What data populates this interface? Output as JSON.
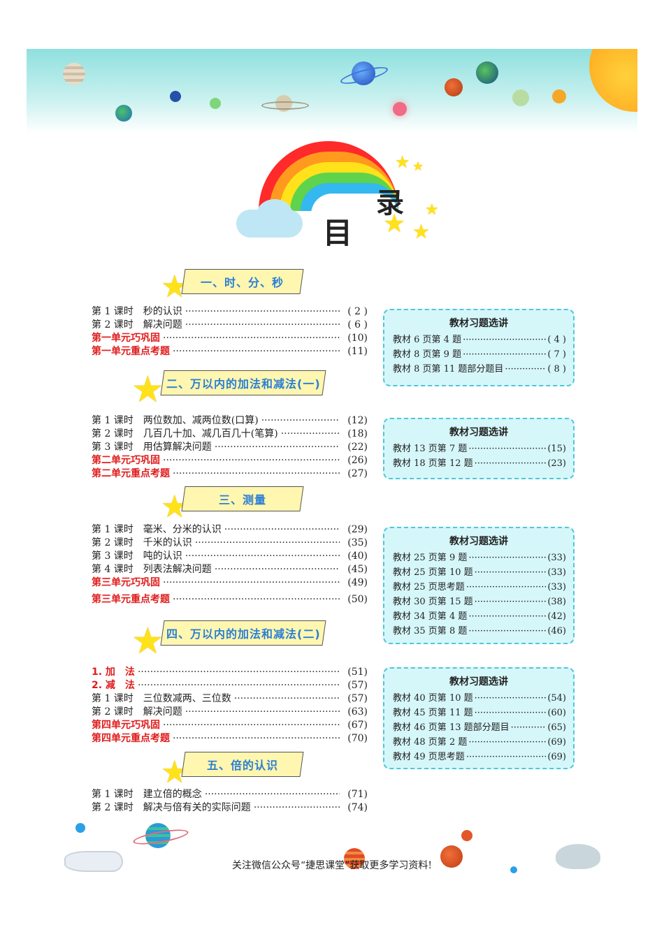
{
  "title": {
    "char1": "目",
    "char2": "录"
  },
  "sections": [
    {
      "heading": "一、时、分、秒",
      "rows": [
        {
          "label": "第 1 课时　秒的认识",
          "page": "( 2 )",
          "red": false
        },
        {
          "label": "第 2 课时　解决问题",
          "page": "( 6 )",
          "red": false
        },
        {
          "label": "第一单元巧巩固",
          "page": "(10)",
          "red": true
        },
        {
          "label": "第一单元重点考题",
          "page": "(11)",
          "red": true
        }
      ]
    },
    {
      "heading": "二、万以内的加法和减法(一)",
      "rows": [
        {
          "label": "第 1 课时　两位数加、减两位数(口算)",
          "page": "(12)",
          "red": false
        },
        {
          "label": "第 2 课时　几百几十加、减几百几十(笔算)",
          "page": "(18)",
          "red": false
        },
        {
          "label": "第 3 课时　用估算解决问题",
          "page": "(22)",
          "red": false
        },
        {
          "label": "第二单元巧巩固",
          "page": "(26)",
          "red": true
        },
        {
          "label": "第二单元重点考题",
          "page": "(27)",
          "red": true
        }
      ]
    },
    {
      "heading": "三、测量",
      "rows": [
        {
          "label": "第 1 课时　毫米、分米的认识",
          "page": "(29)",
          "red": false
        },
        {
          "label": "第 2 课时　千米的认识",
          "page": "(35)",
          "red": false
        },
        {
          "label": "第 3 课时　吨的认识",
          "page": "(40)",
          "red": false
        },
        {
          "label": "第 4 课时　列表法解决问题",
          "page": "(45)",
          "red": false
        },
        {
          "label": "第三单元巧巩固",
          "page": "(49)",
          "red": true
        },
        {
          "label": "第三单元重点考题",
          "page": "(50)",
          "red": true
        }
      ]
    },
    {
      "heading": "四、万以内的加法和减法(二)",
      "rows": [
        {
          "label": "1. 加　法",
          "page": "(51)",
          "red": true
        },
        {
          "label": "2. 减　法",
          "page": "(57)",
          "red": true
        },
        {
          "label": "第 1 课时　三位数减两、三位数",
          "page": "(57)",
          "red": false
        },
        {
          "label": "第 2 课时　解决问题",
          "page": "(63)",
          "red": false
        },
        {
          "label": "第四单元巧巩固",
          "page": "(67)",
          "red": true
        },
        {
          "label": "第四单元重点考题",
          "page": "(70)",
          "red": true
        }
      ]
    },
    {
      "heading": "五、倍的认识",
      "rows": [
        {
          "label": "第 1 课时　建立倍的概念",
          "page": "(71)",
          "red": false
        },
        {
          "label": "第 2 课时　解决与倍有关的实际问题",
          "page": "(74)",
          "red": false
        }
      ]
    }
  ],
  "boxes": [
    {
      "title": "教材习题选讲",
      "items": [
        {
          "label": "教材 6 页第 4 题",
          "page": "( 4 )"
        },
        {
          "label": "教材 8 页第 9 题",
          "page": "( 7 )"
        },
        {
          "label": "教材 8 页第 11 题部分题目",
          "page": "( 8 )"
        }
      ]
    },
    {
      "title": "教材习题选讲",
      "items": [
        {
          "label": "教材 13 页第 7 题",
          "page": "(15)"
        },
        {
          "label": "教材 18 页第 12 题",
          "page": "(23)"
        }
      ]
    },
    {
      "title": "教材习题选讲",
      "items": [
        {
          "label": "教材 25 页第 9 题",
          "page": "(33)"
        },
        {
          "label": "教材 25 页第 10 题",
          "page": "(33)"
        },
        {
          "label": "教材 25 页思考题",
          "page": "(33)"
        },
        {
          "label": "教材 30 页第 15 题",
          "page": "(38)"
        },
        {
          "label": "教材 34 页第 4 题",
          "page": "(42)"
        },
        {
          "label": "教材 35 页第 8 题",
          "page": "(46)"
        }
      ]
    },
    {
      "title": "教材习题选讲",
      "items": [
        {
          "label": "教材 40 页第 10 题",
          "page": "(54)"
        },
        {
          "label": "教材 45 页第 11 题",
          "page": "(60)"
        },
        {
          "label": "教材 46 页第 13 题部分题目",
          "page": "(65)"
        },
        {
          "label": "教材 48 页第 2 题",
          "page": "(69)"
        },
        {
          "label": "教材 49 页思考题",
          "page": "(69)"
        }
      ]
    }
  ],
  "footer": "关注微信公众号“捷思课堂”获取更多学习资料!",
  "colors": {
    "red": "#e01c1c",
    "heading": "#2a7fd4",
    "box_border": "#4ec7d9",
    "box_bg": "#d6f7fa"
  }
}
